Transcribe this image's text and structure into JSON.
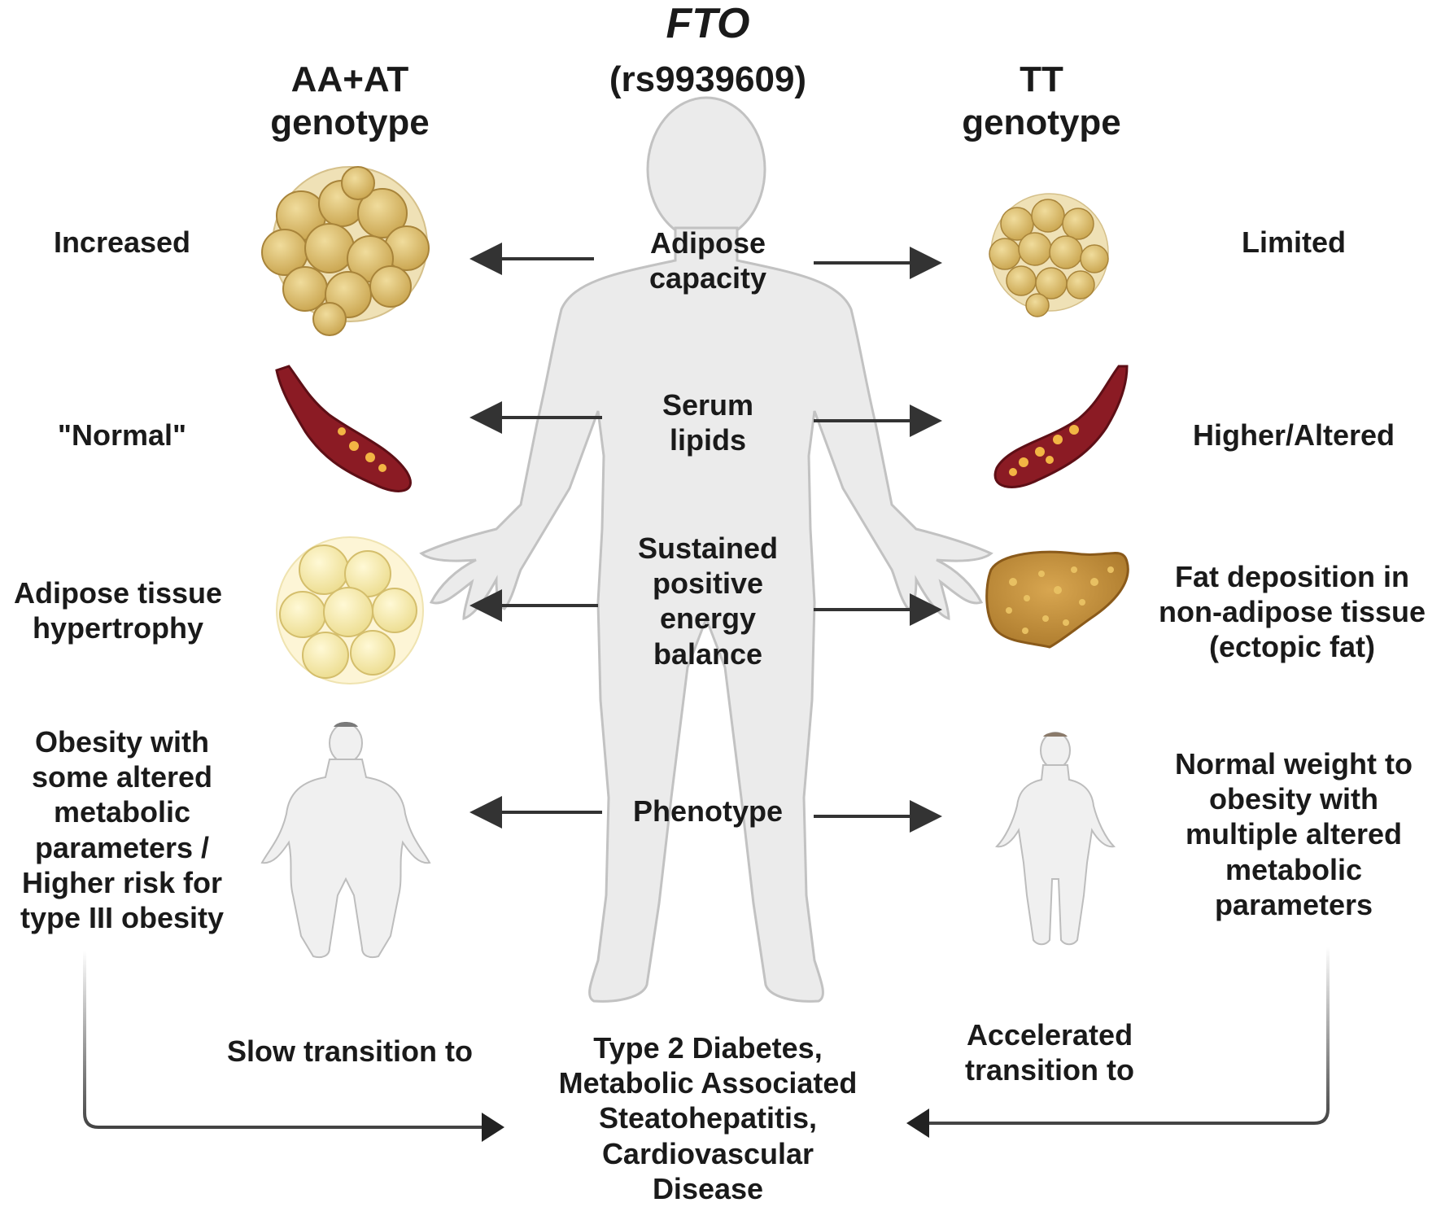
{
  "header": {
    "gene": "FTO",
    "snp": "(rs9939609)",
    "left_genotype_line1": "AA+AT",
    "left_genotype_line2": "genotype",
    "right_genotype_line1": "TT",
    "right_genotype_line2": "genotype"
  },
  "rows": [
    {
      "center": [
        "Adipose",
        "capacity"
      ],
      "left": [
        "Increased"
      ],
      "right": [
        "Limited"
      ]
    },
    {
      "center": [
        "Serum",
        "lipids"
      ],
      "left": [
        "\"Normal\""
      ],
      "right": [
        "Higher/Altered"
      ]
    },
    {
      "center": [
        "Sustained",
        "positive",
        "energy",
        "balance"
      ],
      "left": [
        "Adipose tissue",
        "hypertrophy"
      ],
      "right": [
        "Fat deposition in",
        "non-adipose tissue",
        "(ectopic fat)"
      ]
    },
    {
      "center": [
        "Phenotype"
      ],
      "left": [
        "Obesity with",
        "some altered",
        "metabolic",
        "parameters /",
        "Higher risk for",
        "type III obesity"
      ],
      "right": [
        "Normal weight to",
        "obesity with",
        "multiple altered",
        "metabolic",
        "parameters"
      ]
    }
  ],
  "outcome": {
    "left_transition": "Slow transition to",
    "right_transition": [
      "Accelerated",
      "transition to"
    ],
    "diseases": [
      "Type 2 Diabetes,",
      "Metabolic Associated",
      "Steatohepatitis,",
      "Cardiovascular",
      "Disease"
    ]
  },
  "colors": {
    "body": "#e9e9e9",
    "body_outline": "#bdbdbd",
    "fat_cell": "#d8bd6a",
    "vessel": "#8b1b24",
    "liver": "#c9953a",
    "arrow": "#333333"
  }
}
